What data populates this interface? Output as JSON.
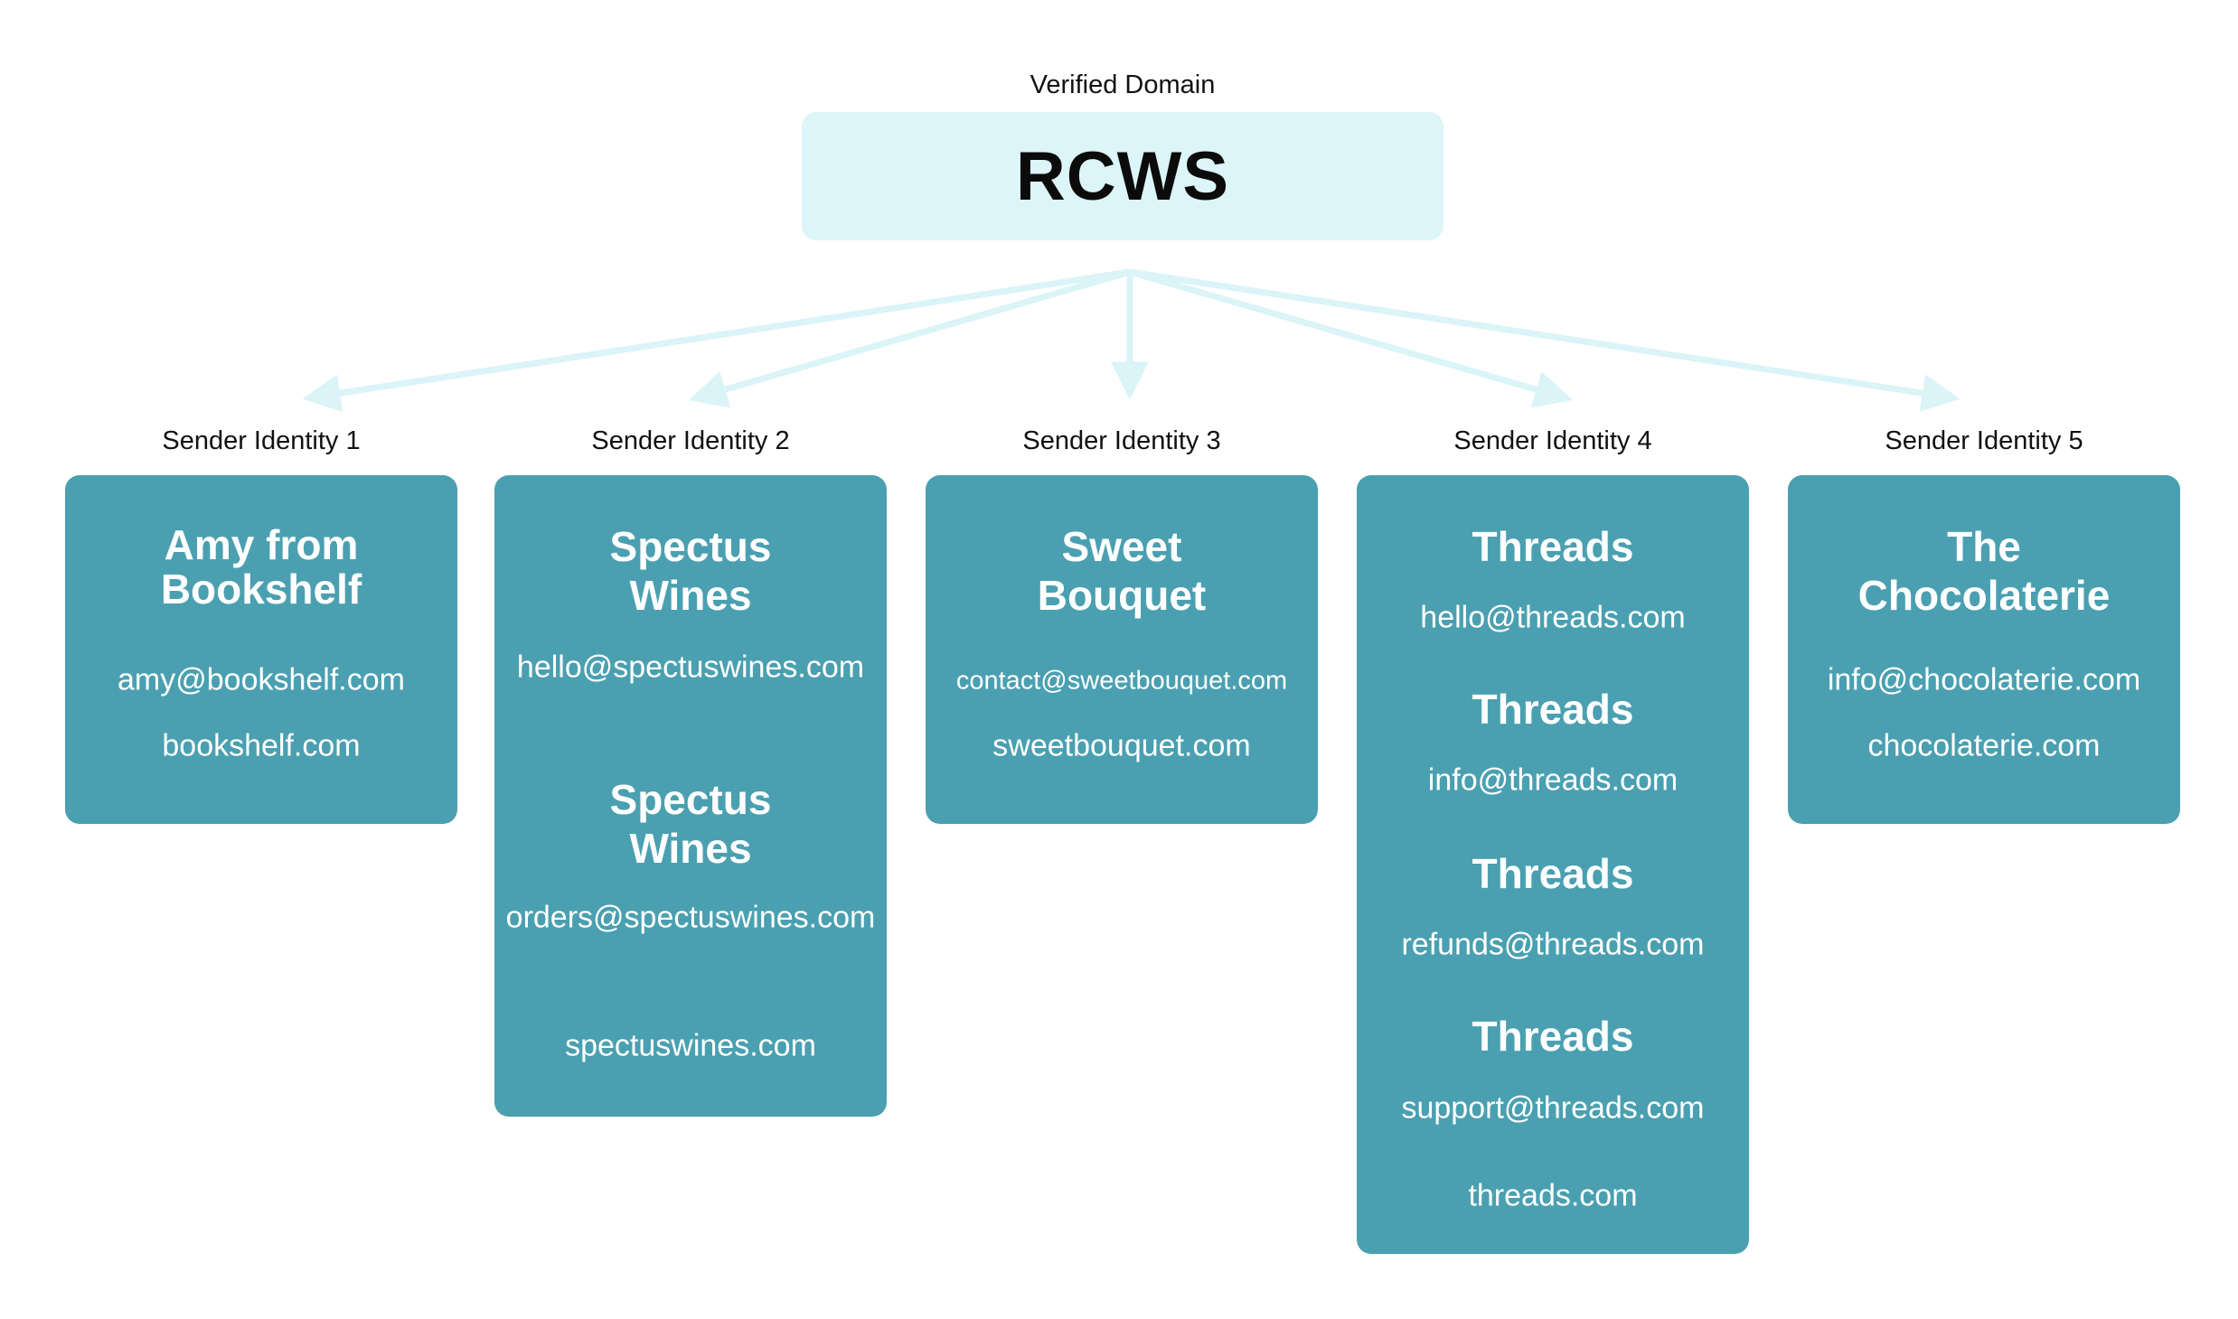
{
  "root": {
    "label": "Verified Domain",
    "title": "RCWS"
  },
  "colors": {
    "root_bg": "#dcf5f8",
    "card_bg": "#4aa0b0",
    "arrow": "#daf4f8",
    "card_text": "#ffffff"
  },
  "identities": [
    {
      "label": "Sender Identity 1",
      "lines": [
        {
          "type": "title",
          "text": "Amy from"
        },
        {
          "type": "title",
          "text": "Bookshelf"
        },
        {
          "type": "email",
          "text": "amy@bookshelf.com"
        },
        {
          "type": "domain",
          "text": "bookshelf.com"
        }
      ]
    },
    {
      "label": "Sender Identity 2",
      "lines": [
        {
          "type": "title",
          "text": "Spectus"
        },
        {
          "type": "title",
          "text": "Wines"
        },
        {
          "type": "email",
          "text": "hello@spectuswines.com"
        },
        {
          "type": "title",
          "text": "Spectus"
        },
        {
          "type": "title",
          "text": "Wines"
        },
        {
          "type": "email",
          "text": "orders@spectuswines.com"
        },
        {
          "type": "domain",
          "text": "spectuswines.com"
        }
      ]
    },
    {
      "label": "Sender Identity 3",
      "lines": [
        {
          "type": "title",
          "text": "Sweet"
        },
        {
          "type": "title",
          "text": "Bouquet"
        },
        {
          "type": "email",
          "text": "contact@sweetbouquet.com"
        },
        {
          "type": "domain",
          "text": "sweetbouquet.com"
        }
      ]
    },
    {
      "label": "Sender Identity 4",
      "lines": [
        {
          "type": "title",
          "text": "Threads"
        },
        {
          "type": "email",
          "text": "hello@threads.com"
        },
        {
          "type": "title",
          "text": "Threads"
        },
        {
          "type": "email",
          "text": "info@threads.com"
        },
        {
          "type": "title",
          "text": "Threads"
        },
        {
          "type": "email",
          "text": "refunds@threads.com"
        },
        {
          "type": "title",
          "text": "Threads"
        },
        {
          "type": "email",
          "text": "support@threads.com"
        },
        {
          "type": "domain",
          "text": "threads.com"
        }
      ]
    },
    {
      "label": "Sender Identity 5",
      "lines": [
        {
          "type": "title",
          "text": "The"
        },
        {
          "type": "title",
          "text": "Chocolaterie"
        },
        {
          "type": "email",
          "text": "info@chocolaterie.com"
        },
        {
          "type": "domain",
          "text": "chocolaterie.com"
        }
      ]
    }
  ]
}
